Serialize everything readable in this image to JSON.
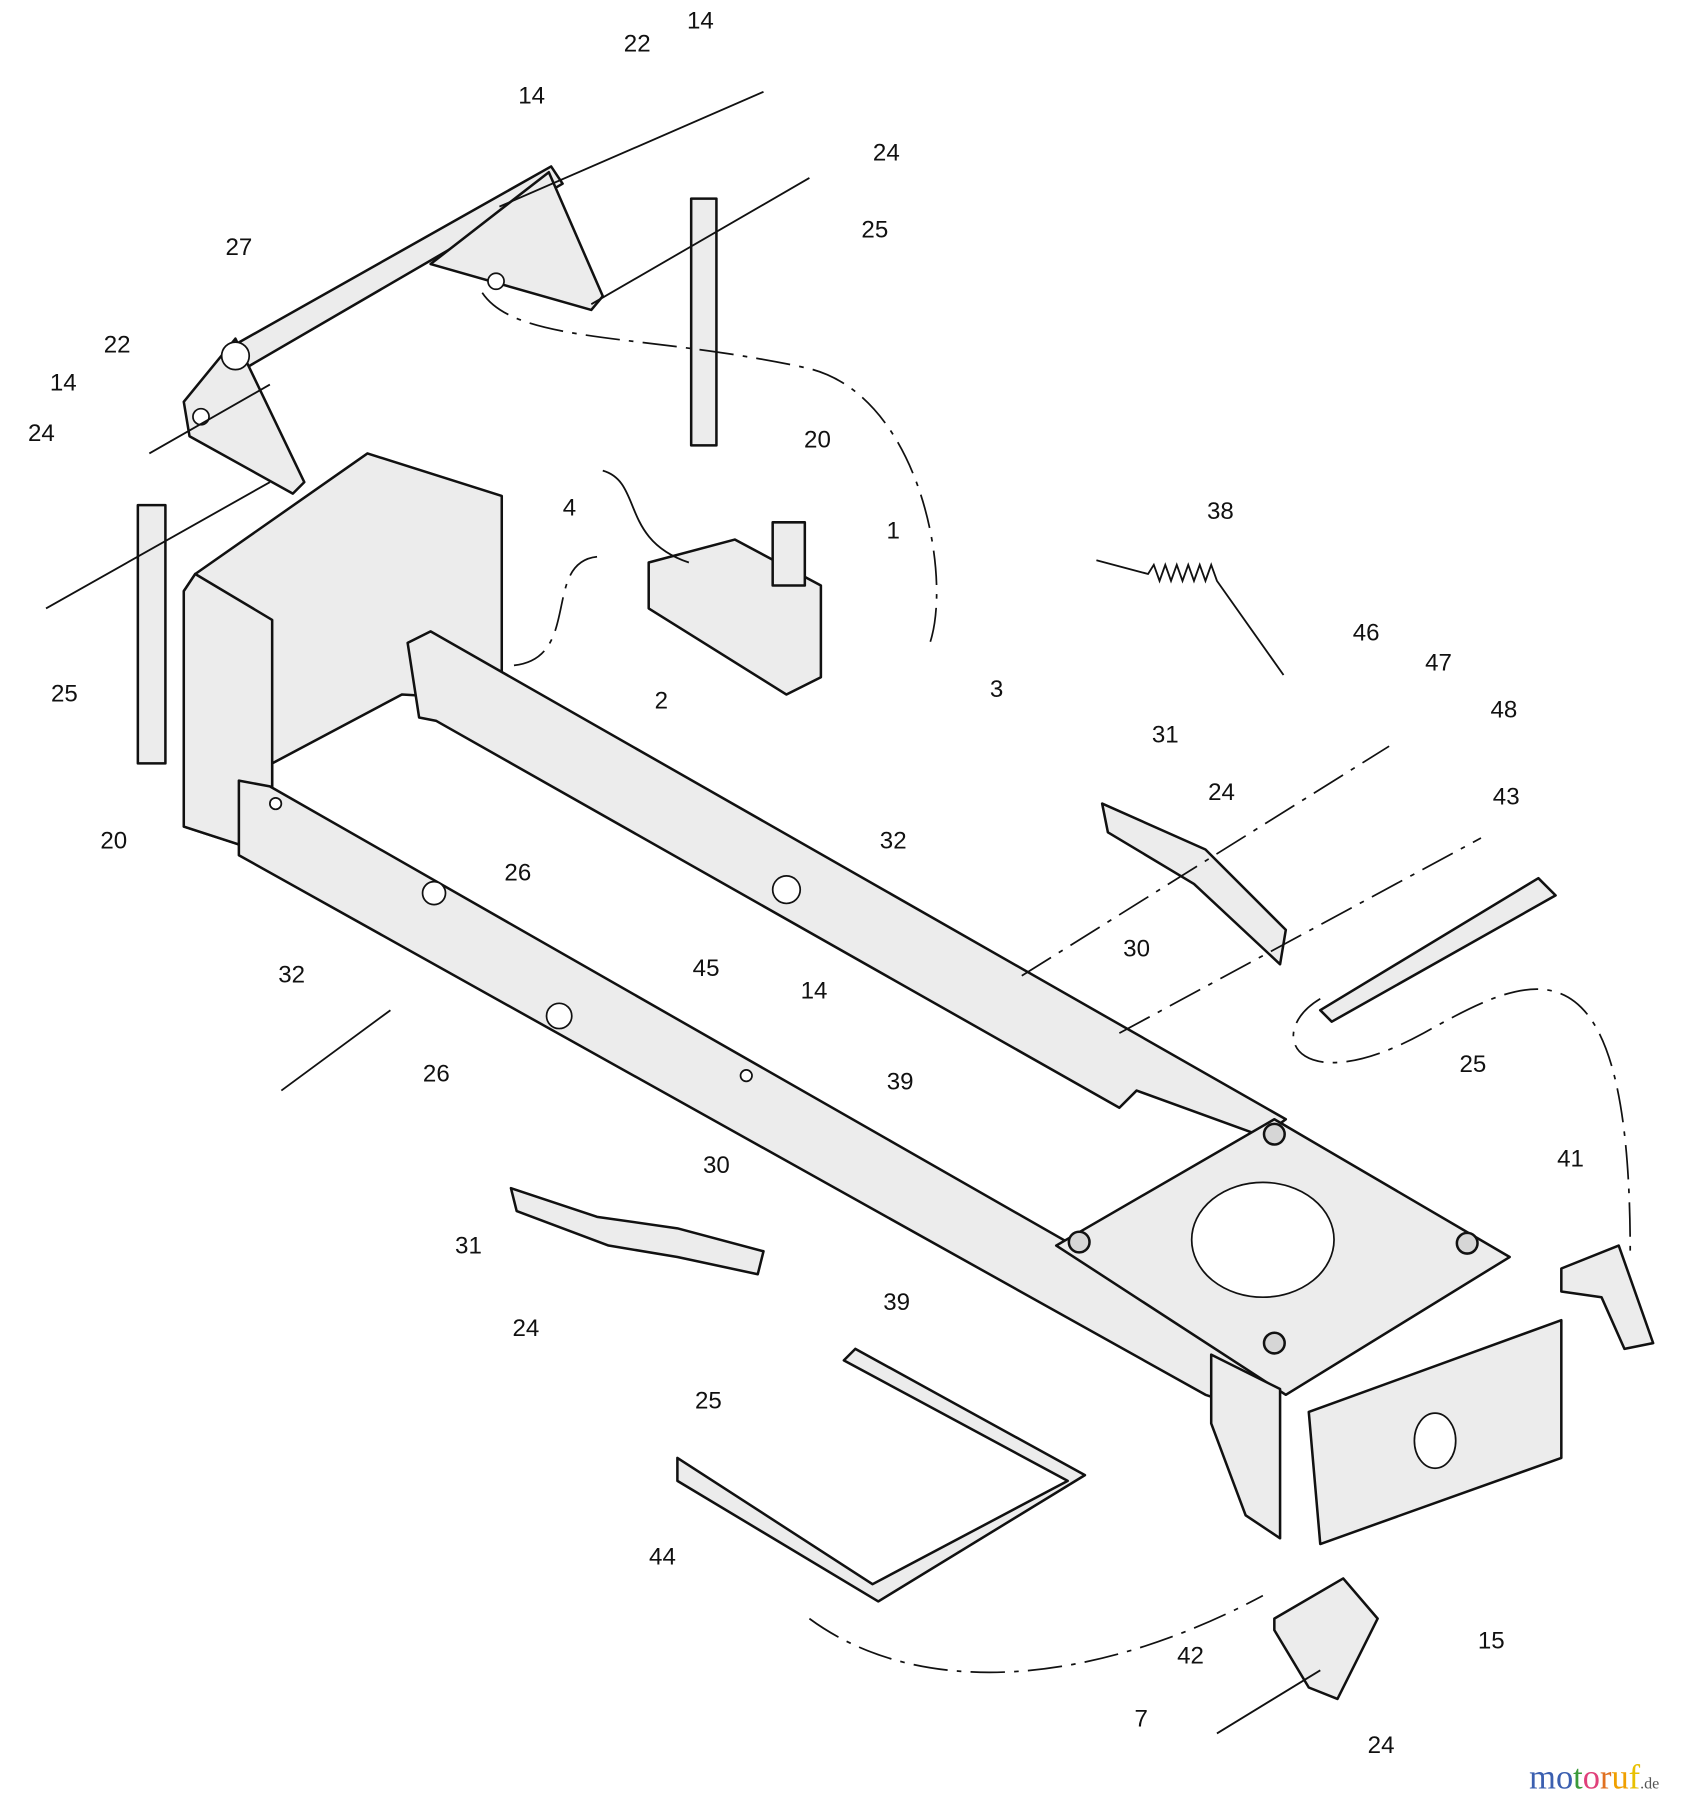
{
  "diagram": {
    "type": "exploded parts diagram",
    "callouts": [
      "14",
      "22",
      "14",
      "24",
      "25",
      "27",
      "22",
      "14",
      "24",
      "20",
      "4",
      "38",
      "1",
      "46",
      "47",
      "3",
      "2",
      "25",
      "48",
      "31",
      "24",
      "43",
      "20",
      "32",
      "26",
      "30",
      "45",
      "32",
      "14",
      "25",
      "26",
      "39",
      "41",
      "30",
      "31",
      "39",
      "24",
      "25",
      "44",
      "15",
      "42",
      "7",
      "24"
    ]
  },
  "watermark": {
    "text": "motoruf",
    "suffix": ".de",
    "colors": [
      "#3b5fb0",
      "#3a9a3a",
      "#e0407a",
      "#e07020",
      "#f0a000",
      "#e8c000"
    ]
  }
}
